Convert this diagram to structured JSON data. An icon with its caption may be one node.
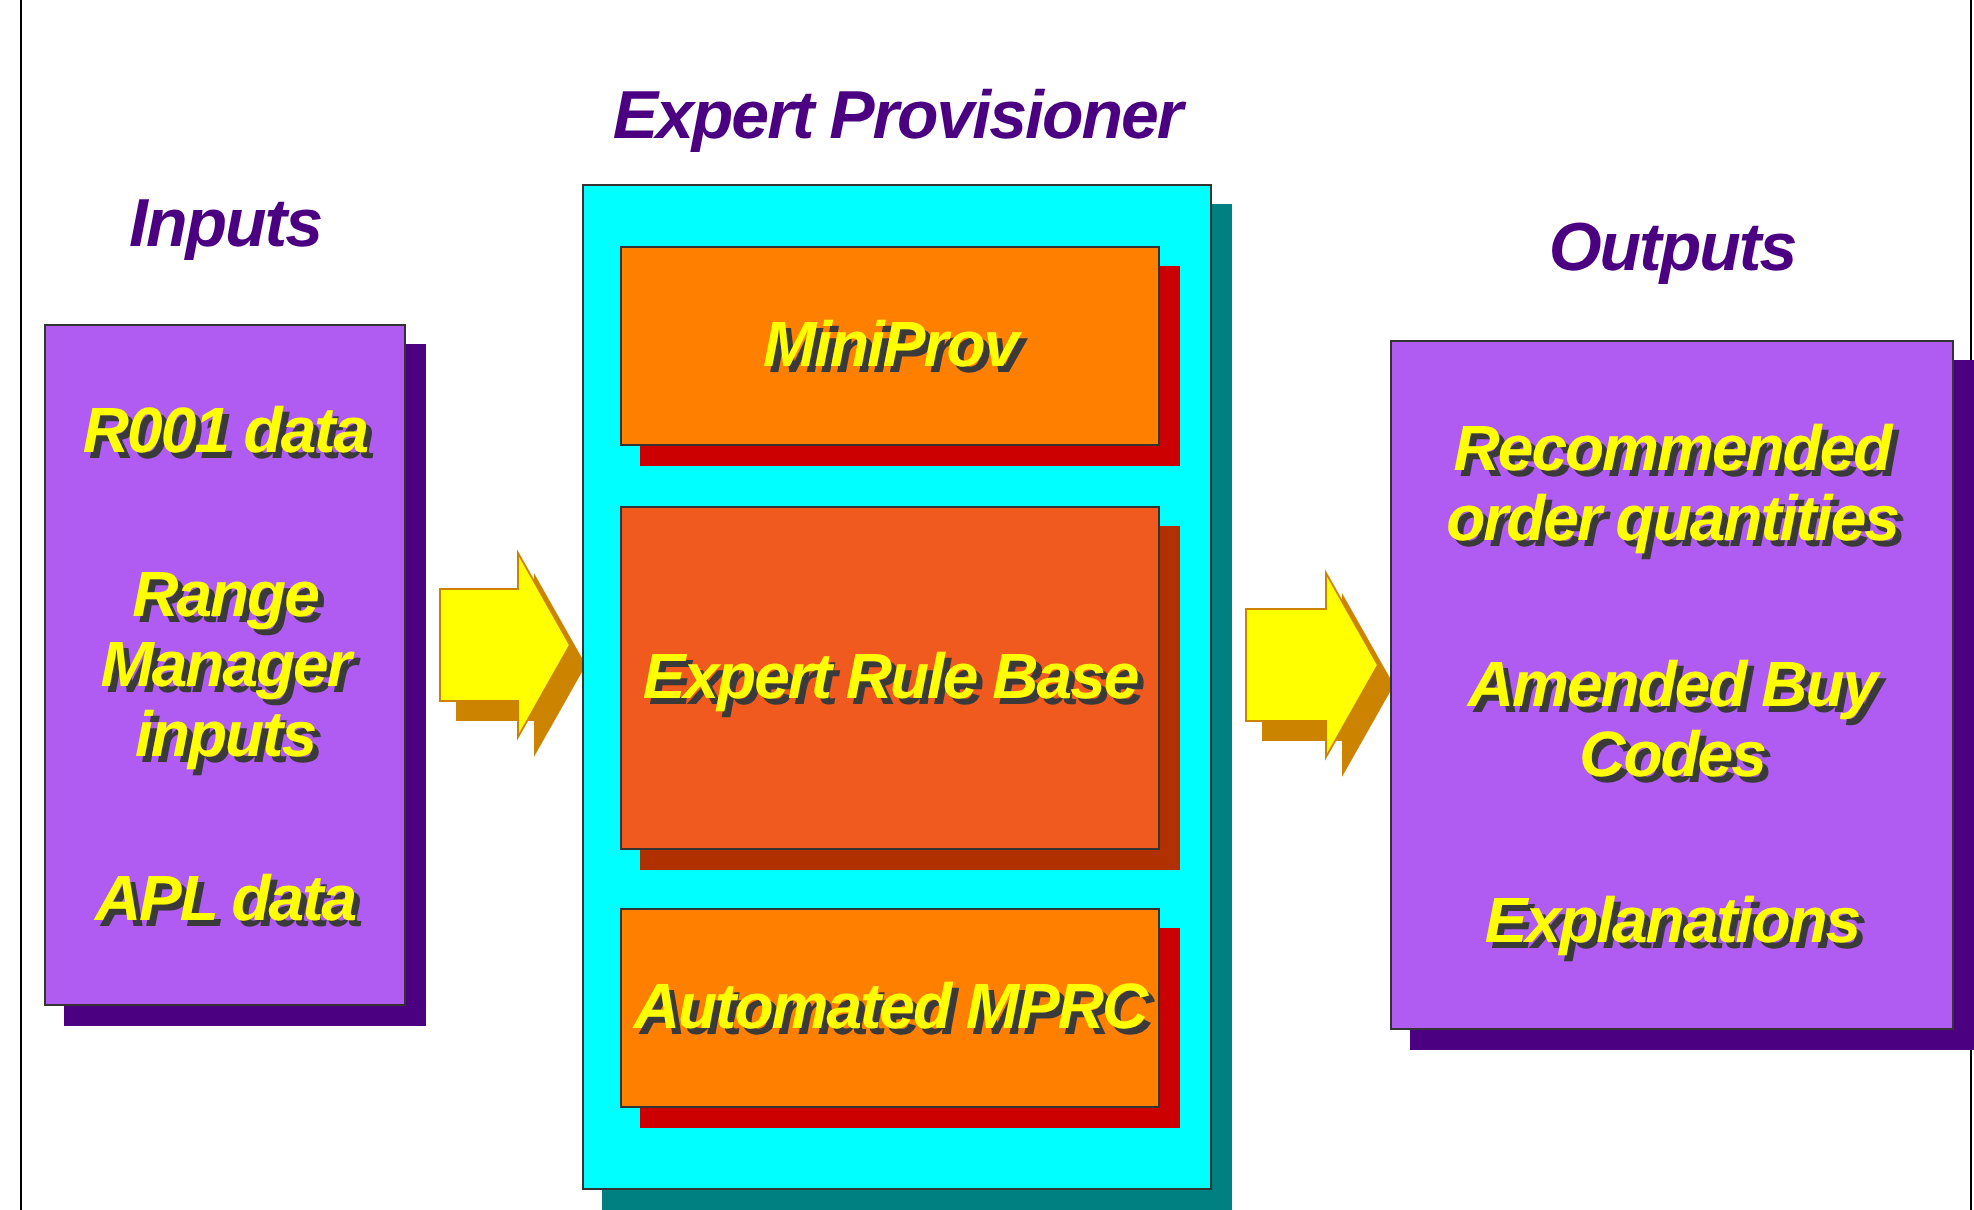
{
  "diagram": {
    "nodes": [
      {
        "text": [
          "Inputs",
          "R001 data",
          "Range Manager inputs",
          "APL data"
        ]
      },
      {
        "text": [
          "Expert Provisioner"
        ]
      },
      {
        "text": [
          "MiniProv"
        ],
        "in": 1
      },
      {
        "text": [
          "Expert Rule Base"
        ],
        "in": 1
      },
      {
        "text": [
          "Automated MPRC"
        ],
        "in": 1
      },
      {
        "text": [
          "Outputs",
          "Recommended order quantities",
          "Amended Buy Codes",
          "Explanations"
        ]
      }
    ],
    "edges": [
      {
        "from": 0,
        "to": 1,
        "arrow": "to"
      },
      {
        "from": 1,
        "to": 5,
        "arrow": "to"
      }
    ]
  }
}
